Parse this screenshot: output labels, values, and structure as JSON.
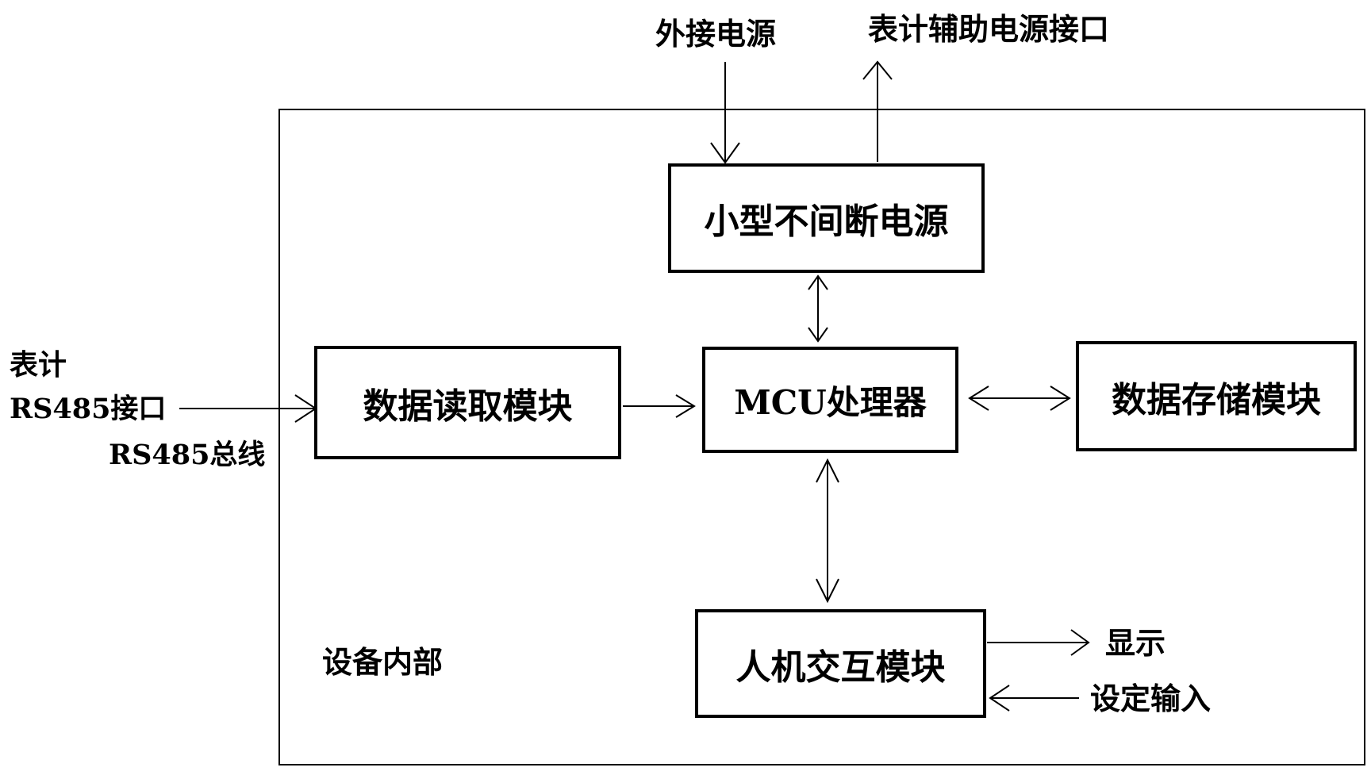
{
  "diagram": {
    "container_label": "设备内部",
    "blocks": {
      "ups": "小型不间断电源",
      "reader": "数据读取模块",
      "mcu": "MCU处理器",
      "storage": "数据存储模块",
      "hmi": "人机交互模块"
    },
    "external": {
      "external_power": "外接电源",
      "meter_aux_power": "表计辅助电源接口",
      "meter_line1": "表计",
      "meter_line2": "RS485接口",
      "bus": "RS485总线",
      "display": "显示",
      "setting_input": "设定输入"
    }
  }
}
